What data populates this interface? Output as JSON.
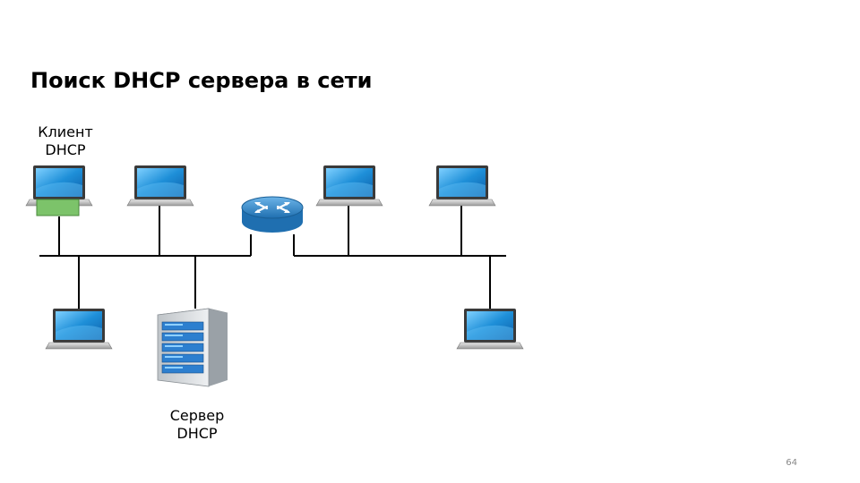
{
  "slide": {
    "title": "Поиск DHCP сервера в сети",
    "page_number": "64"
  },
  "diagram": {
    "client_label_line1": "Клиент",
    "client_label_line2": "DHCP",
    "server_label_line1": "Сервер",
    "server_label_line2": "DHCP",
    "nodes": [
      {
        "id": "dhcp-client",
        "kind": "laptop",
        "highlight": true
      },
      {
        "id": "laptop-top-2",
        "kind": "laptop"
      },
      {
        "id": "router",
        "kind": "router"
      },
      {
        "id": "laptop-top-4",
        "kind": "laptop"
      },
      {
        "id": "laptop-top-5",
        "kind": "laptop"
      },
      {
        "id": "laptop-bottom-1",
        "kind": "laptop"
      },
      {
        "id": "dhcp-server",
        "kind": "server"
      },
      {
        "id": "laptop-bottom-right",
        "kind": "laptop"
      }
    ],
    "colors": {
      "screen_blue": "#1e8fd8",
      "client_highlight": "#7cc36a",
      "router_blue": "#2f86c8",
      "line": "#000000"
    }
  }
}
